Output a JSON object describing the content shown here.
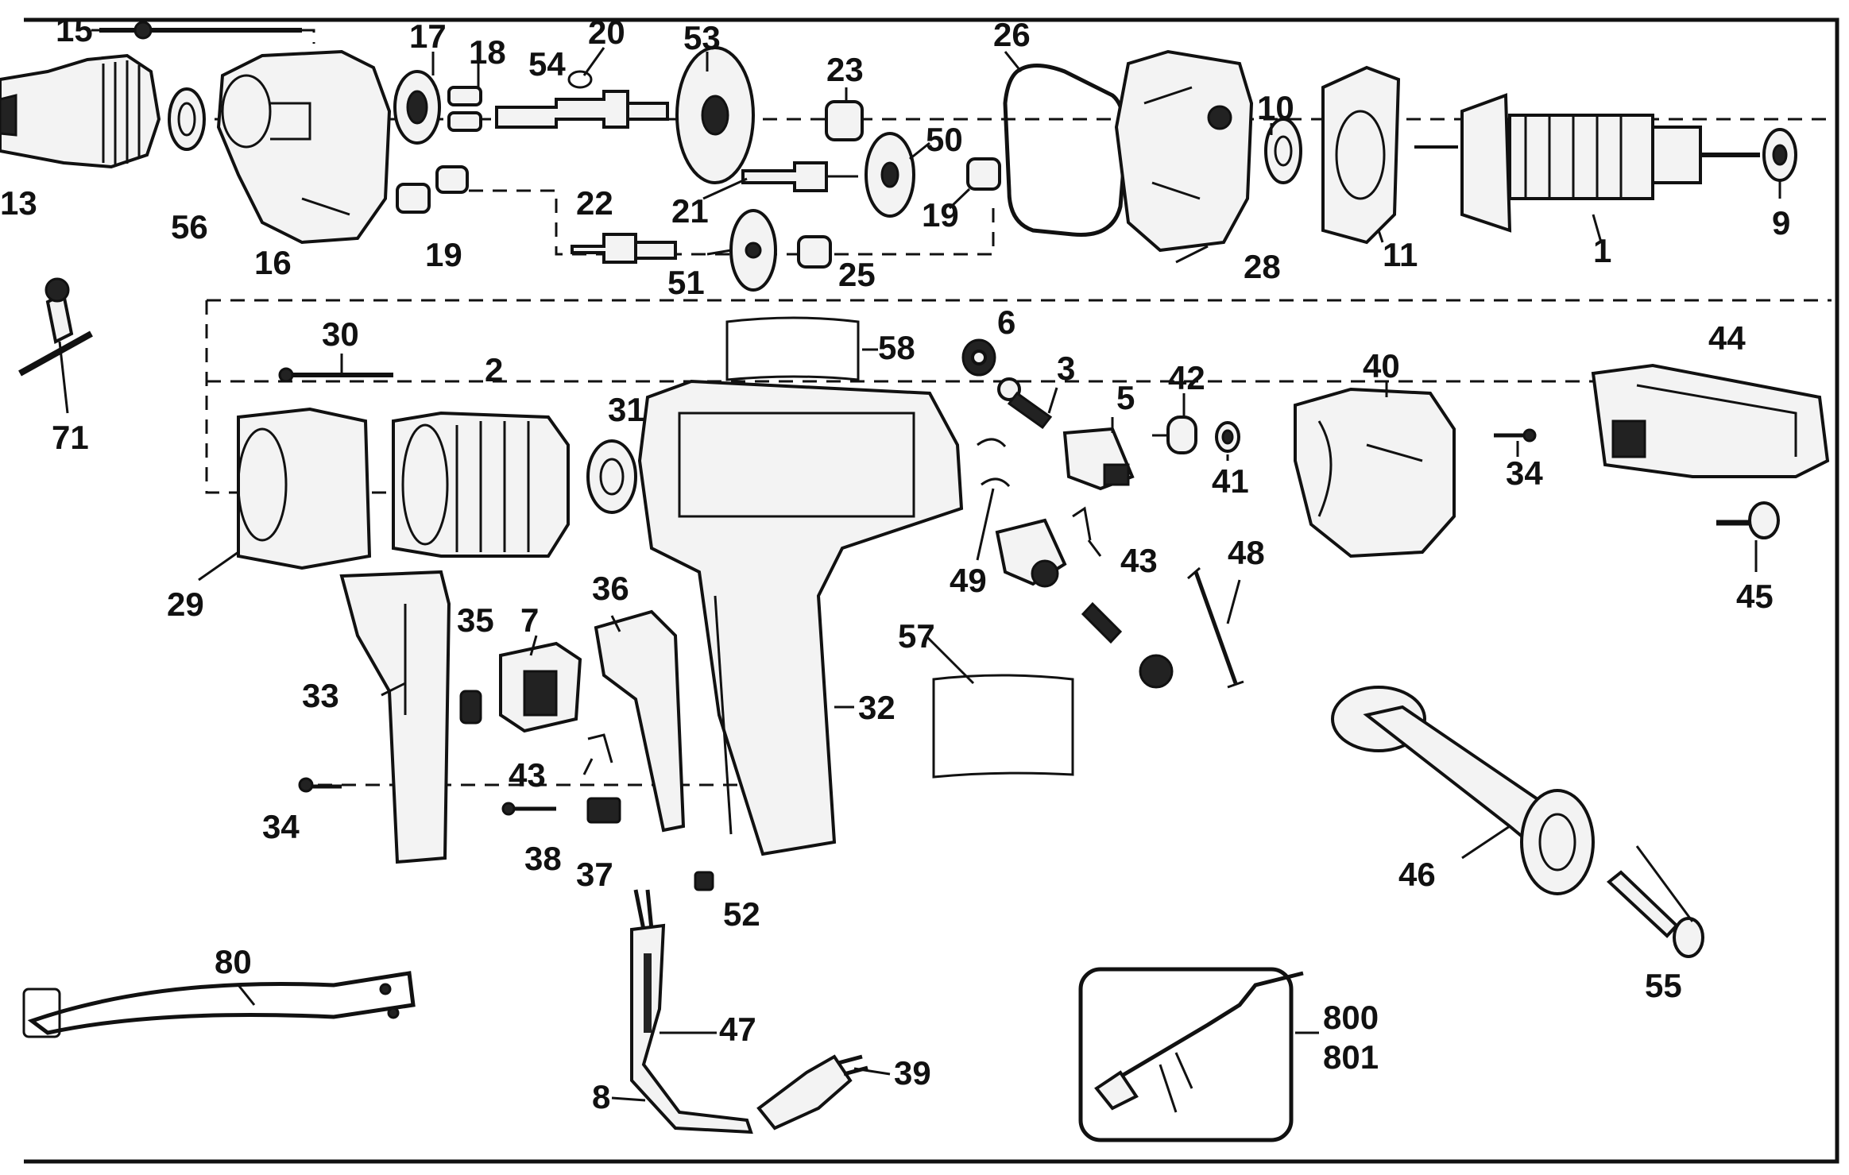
{
  "labels": {
    "l15": "15",
    "l17": "17",
    "l18": "18",
    "l20": "20",
    "l54": "54",
    "l53": "53",
    "l23": "23",
    "l26": "26",
    "l10": "10",
    "l13": "13",
    "l56": "56",
    "l16": "16",
    "l19a": "19",
    "l22": "22",
    "l21": "21",
    "l50": "50",
    "l19b": "19",
    "l51": "51",
    "l25": "25",
    "l28": "28",
    "l11": "11",
    "l1": "1",
    "l9": "9",
    "l71": "71",
    "l30": "30",
    "l2": "2",
    "l58": "58",
    "l6": "6",
    "l3": "3",
    "l5": "5",
    "l42": "42",
    "l40": "40",
    "l44": "44",
    "l31": "31",
    "l41": "41",
    "l34a": "34",
    "l29": "29",
    "l49": "49",
    "l43a": "43",
    "l48": "48",
    "l45": "45",
    "l35": "35",
    "l7": "7",
    "l36": "36",
    "l57": "57",
    "l33": "33",
    "l32": "32",
    "l43b": "43",
    "l34b": "34",
    "l38": "38",
    "l37": "37",
    "l52": "52",
    "l46": "46",
    "l55": "55",
    "l80": "80",
    "l47": "47",
    "l39": "39",
    "l8": "8",
    "l800": "800",
    "l801": "801"
  }
}
